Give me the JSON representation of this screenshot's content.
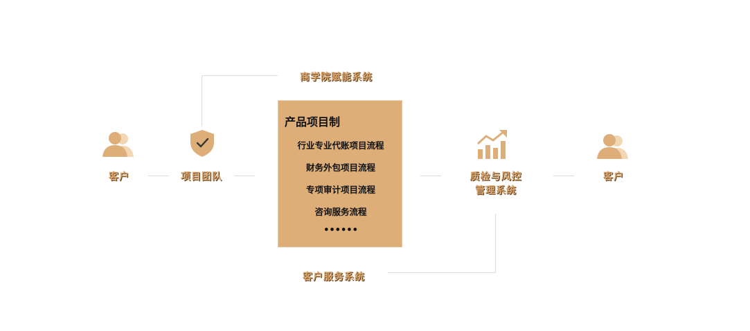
{
  "colors": {
    "accent": "#deae79",
    "label": "#dba872",
    "line": "#dcdcdc"
  },
  "nodes": {
    "customer_left": {
      "label": "客户",
      "icon": "users-icon"
    },
    "project_team": {
      "label": "项目团队",
      "icon": "shield-check-icon"
    },
    "quality_risk": {
      "label_line1": "质检与风控",
      "label_line2": "管理系统",
      "icon": "growth-chart-icon"
    },
    "customer_right": {
      "label": "客户",
      "icon": "users-icon"
    }
  },
  "product_box": {
    "title": "产品项目制",
    "items": [
      "行业专业代账项目流程",
      "财务外包项目流程",
      "专项审计项目流程",
      "咨询服务流程"
    ],
    "ellipsis": "••••••"
  },
  "top_label": "商学院赋能系统",
  "bottom_label": "客户服务系统"
}
